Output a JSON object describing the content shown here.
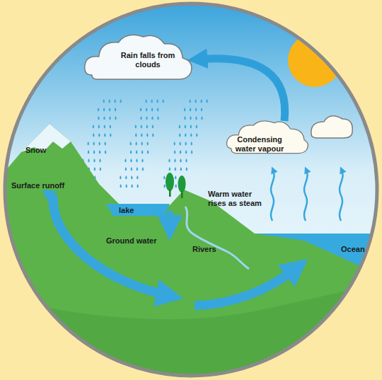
{
  "diagram": {
    "nodes": [
      {
        "text": [
          "Rain falls from clouds"
        ]
      },
      {
        "text": [
          "Condensing water vapour"
        ]
      }
    ],
    "edges": [
      {
        "from": 1,
        "to": 0,
        "arrow": "to"
      }
    ],
    "labels": [
      "Snow",
      "Surface runoff",
      "lake",
      "Ground water",
      "Rivers",
      "Warm water rises as steam",
      "Ocean"
    ]
  }
}
